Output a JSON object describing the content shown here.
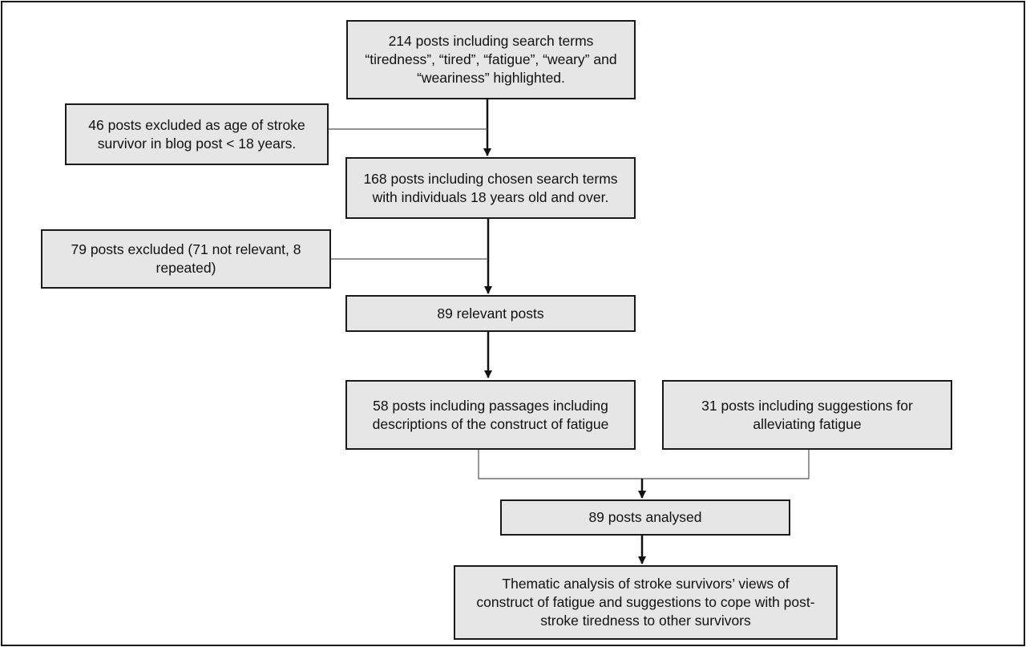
{
  "flow": {
    "identified": "214 posts including search terms “tiredness”, “tired”, “fatigue”, “weary” and “weariness” highlighted.",
    "excluded_age": "46 posts excluded as age of stroke survivor in blog post < 18 years.",
    "adults": "168 posts including chosen search terms with individuals 18 years old and over.",
    "excluded_relevance": "79 posts excluded (71 not relevant, 8 repeated)",
    "relevant": "89 relevant posts",
    "construct": "58 posts including passages including descriptions of the construct of fatigue",
    "suggestions": "31 posts including suggestions for alleviating fatigue",
    "analysed": "89 posts analysed",
    "thematic": "Thematic analysis of stroke survivors’ views of construct of fatigue and suggestions to cope with post-stroke tiredness to other survivors"
  },
  "colors": {
    "box_fill": "#e6e6e6",
    "stroke": "#1a1a1a",
    "connector": "#555555"
  }
}
